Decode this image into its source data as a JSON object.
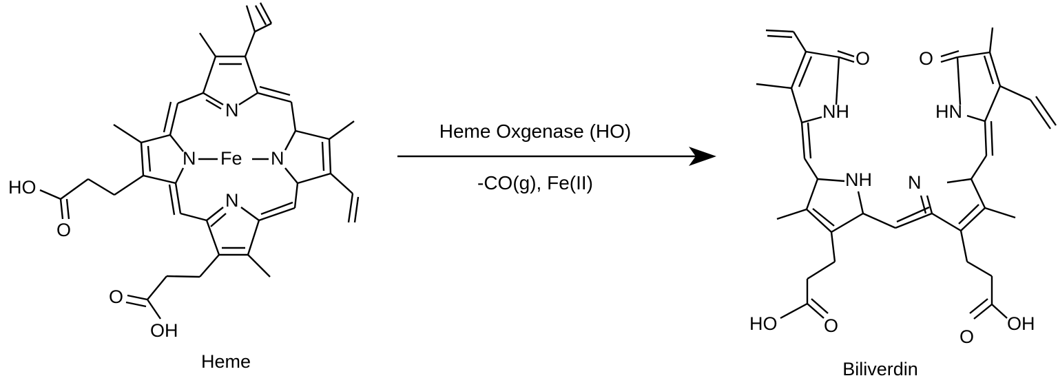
{
  "reaction": {
    "reactant_name": "Heme",
    "product_name": "Biliverdin",
    "enzyme": "Heme Oxgenase (HO)",
    "conditions": "-CO(g), Fe(II)"
  },
  "heme_atoms": {
    "n_top": "N",
    "n_left": "N",
    "fe": "Fe",
    "n_right": "N",
    "n_bottom": "N",
    "acid1_oh": "HO",
    "acid1_o": "O",
    "acid2_o": "O",
    "acid2_oh": "OH"
  },
  "biliverdin_atoms": {
    "ring_a_o": "O",
    "ring_a_nh": "NH",
    "ring_d_o": "O",
    "ring_d_nh": "HN",
    "ring_b_nh": "NH",
    "ring_c_n": "N",
    "acid1_oh": "HO",
    "acid1_o": "O",
    "acid2_o": "O",
    "acid2_oh": "OH"
  }
}
